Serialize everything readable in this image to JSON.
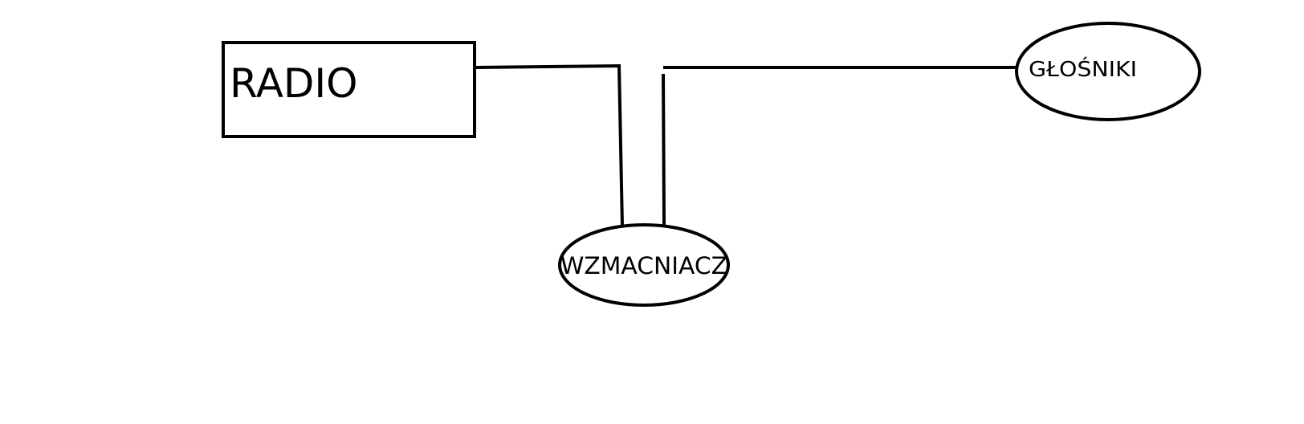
{
  "diagram": {
    "nodes": {
      "radio": {
        "label": "RADIO",
        "shape": "rectangle"
      },
      "amplifier": {
        "label": "WZMACNIACZ",
        "shape": "ellipse"
      },
      "speakers": {
        "label": "GŁOŚNIKI",
        "shape": "ellipse"
      }
    },
    "edges": [
      {
        "from": "radio",
        "to": "amplifier"
      },
      {
        "from": "amplifier",
        "to": "speakers"
      }
    ],
    "colors": {
      "stroke": "#000000",
      "background": "#ffffff"
    }
  }
}
